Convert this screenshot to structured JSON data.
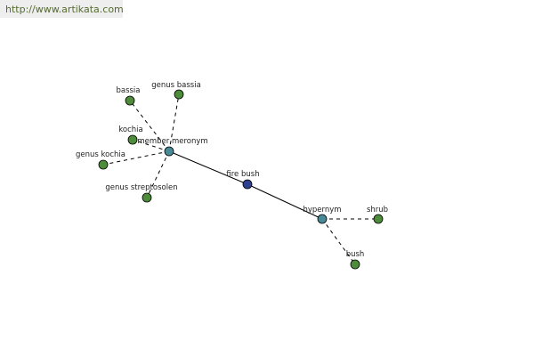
{
  "watermark": {
    "text": "http://www.artikata.com"
  },
  "colors": {
    "leaf": "#4e8b3a",
    "relation": "#4a8a96",
    "center": "#2d3f8f",
    "edge": "#000000"
  },
  "graph": {
    "nodes": [
      {
        "id": "fire-bush",
        "label": "fire bush",
        "kind": "center"
      },
      {
        "id": "member-meronym",
        "label": "member meronym",
        "kind": "relation"
      },
      {
        "id": "hypernym",
        "label": "hypernym",
        "kind": "relation"
      },
      {
        "id": "bassia",
        "label": "bassia",
        "kind": "leaf"
      },
      {
        "id": "genus-bassia",
        "label": "genus bassia",
        "kind": "leaf"
      },
      {
        "id": "kochia",
        "label": "kochia",
        "kind": "leaf"
      },
      {
        "id": "genus-kochia",
        "label": "genus kochia",
        "kind": "leaf"
      },
      {
        "id": "genus-streptosolen",
        "label": "genus streptosolen",
        "kind": "leaf"
      },
      {
        "id": "shrub",
        "label": "shrub",
        "kind": "leaf"
      },
      {
        "id": "bush",
        "label": "bush",
        "kind": "leaf"
      }
    ],
    "edges": [
      {
        "from": "member-meronym",
        "to": "fire-bush",
        "style": "solid"
      },
      {
        "from": "fire-bush",
        "to": "hypernym",
        "style": "solid"
      },
      {
        "from": "member-meronym",
        "to": "bassia",
        "style": "dashed"
      },
      {
        "from": "member-meronym",
        "to": "genus-bassia",
        "style": "dashed"
      },
      {
        "from": "member-meronym",
        "to": "kochia",
        "style": "dashed"
      },
      {
        "from": "member-meronym",
        "to": "genus-kochia",
        "style": "dashed"
      },
      {
        "from": "member-meronym",
        "to": "genus-streptosolen",
        "style": "dashed"
      },
      {
        "from": "hypernym",
        "to": "shrub",
        "style": "dashed"
      },
      {
        "from": "hypernym",
        "to": "bush",
        "style": "dashed"
      }
    ]
  }
}
